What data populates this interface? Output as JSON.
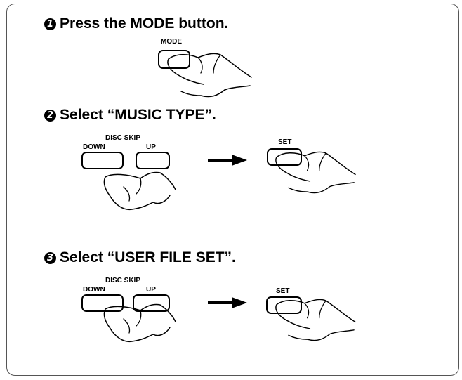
{
  "steps": [
    {
      "number": "1",
      "text": "Press the MODE button."
    },
    {
      "number": "2",
      "text": "Select “MUSIC TYPE”."
    },
    {
      "number": "3",
      "text": "Select “USER FILE SET”."
    }
  ],
  "buttons": {
    "mode": "MODE",
    "disc_skip": "DISC SKIP",
    "down": "DOWN",
    "up": "UP",
    "set": "SET"
  },
  "icons": [
    "number-1-icon",
    "number-2-icon",
    "number-3-icon",
    "hand-pointer-icon",
    "arrow-right-icon"
  ]
}
